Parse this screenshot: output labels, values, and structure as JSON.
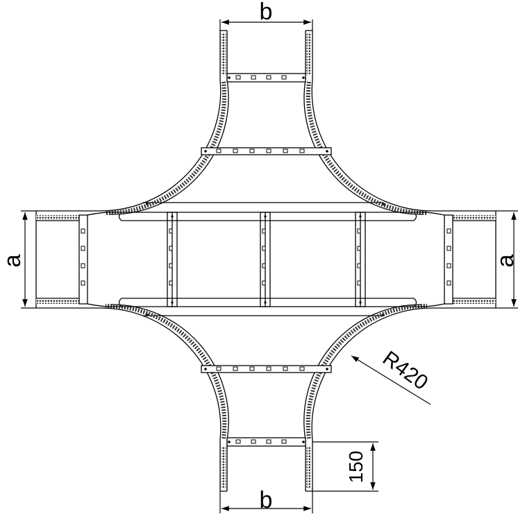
{
  "dimensions": {
    "width_top": "b",
    "width_bottom": "b",
    "height_left": "a",
    "height_right": "a",
    "radius": "R420",
    "rung_spacing": "150"
  },
  "colors": {
    "line": "#000000",
    "background": "#ffffff",
    "perforation": "#333333"
  }
}
